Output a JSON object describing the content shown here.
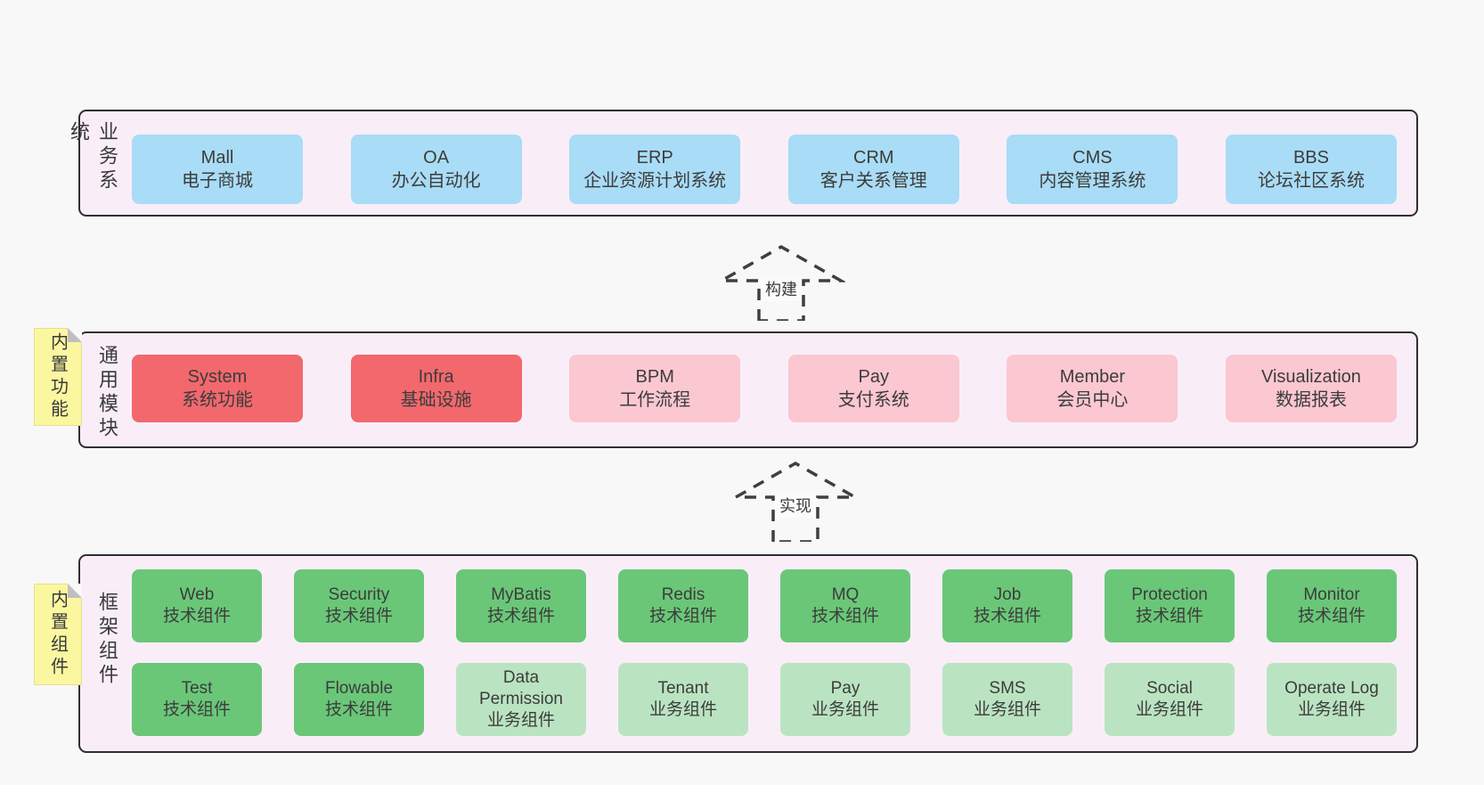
{
  "diagram_title": "",
  "colors": {
    "page_bg": "#f8f8f8",
    "band_bg": "#f9eef8",
    "band_border": "#2f2f2f",
    "text": "#3c3c3c",
    "blue": "#a9dcf6",
    "red": "#f2686d",
    "pink": "#fbc7d1",
    "green": "#6ac778",
    "lightgreen": "#bae4c1",
    "sticky_yellow": "#fbf7a0",
    "arrow_stroke": "#3f3f3f"
  },
  "arrows": [
    {
      "label": "构建"
    },
    {
      "label": "实现"
    }
  ],
  "bands": [
    {
      "label": "业务系统",
      "sticky": null,
      "rows": [
        [
          {
            "name": "Mall",
            "sub": "电子商城",
            "type": "blue"
          },
          {
            "name": "OA",
            "sub": "办公自动化",
            "type": "blue"
          },
          {
            "name": "ERP",
            "sub": "企业资源计划系统",
            "type": "blue"
          },
          {
            "name": "CRM",
            "sub": "客户关系管理",
            "type": "blue"
          },
          {
            "name": "CMS",
            "sub": "内容管理系统",
            "type": "blue"
          },
          {
            "name": "BBS",
            "sub": "论坛社区系统",
            "type": "blue"
          }
        ]
      ]
    },
    {
      "label": "通用模块",
      "sticky": "内置功能",
      "rows": [
        [
          {
            "name": "System",
            "sub": "系统功能",
            "type": "red"
          },
          {
            "name": "Infra",
            "sub": "基础设施",
            "type": "red"
          },
          {
            "name": "BPM",
            "sub": "工作流程",
            "type": "pink"
          },
          {
            "name": "Pay",
            "sub": "支付系统",
            "type": "pink"
          },
          {
            "name": "Member",
            "sub": "会员中心",
            "type": "pink"
          },
          {
            "name": "Visualization",
            "sub": "数据报表",
            "type": "pink"
          }
        ]
      ]
    },
    {
      "label": "框架组件",
      "sticky": "内置组件",
      "rows": [
        [
          {
            "name": "Web",
            "sub": "技术组件",
            "type": "green"
          },
          {
            "name": "Security",
            "sub": "技术组件",
            "type": "green"
          },
          {
            "name": "MyBatis",
            "sub": "技术组件",
            "type": "green"
          },
          {
            "name": "Redis",
            "sub": "技术组件",
            "type": "green"
          },
          {
            "name": "MQ",
            "sub": "技术组件",
            "type": "green"
          },
          {
            "name": "Job",
            "sub": "技术组件",
            "type": "green"
          },
          {
            "name": "Protection",
            "sub": "技术组件",
            "type": "green"
          },
          {
            "name": "Monitor",
            "sub": "技术组件",
            "type": "green"
          }
        ],
        [
          {
            "name": "Test",
            "sub": "技术组件",
            "type": "green"
          },
          {
            "name": "Flowable",
            "sub": "技术组件",
            "type": "green"
          },
          {
            "name": "Data Permission",
            "sub": "业务组件",
            "type": "lightgreen"
          },
          {
            "name": "Tenant",
            "sub": "业务组件",
            "type": "lightgreen"
          },
          {
            "name": "Pay",
            "sub": "业务组件",
            "type": "lightgreen"
          },
          {
            "name": "SMS",
            "sub": "业务组件",
            "type": "lightgreen"
          },
          {
            "name": "Social",
            "sub": "业务组件",
            "type": "lightgreen"
          },
          {
            "name": "Operate Log",
            "sub": "业务组件",
            "type": "lightgreen"
          }
        ]
      ]
    }
  ]
}
